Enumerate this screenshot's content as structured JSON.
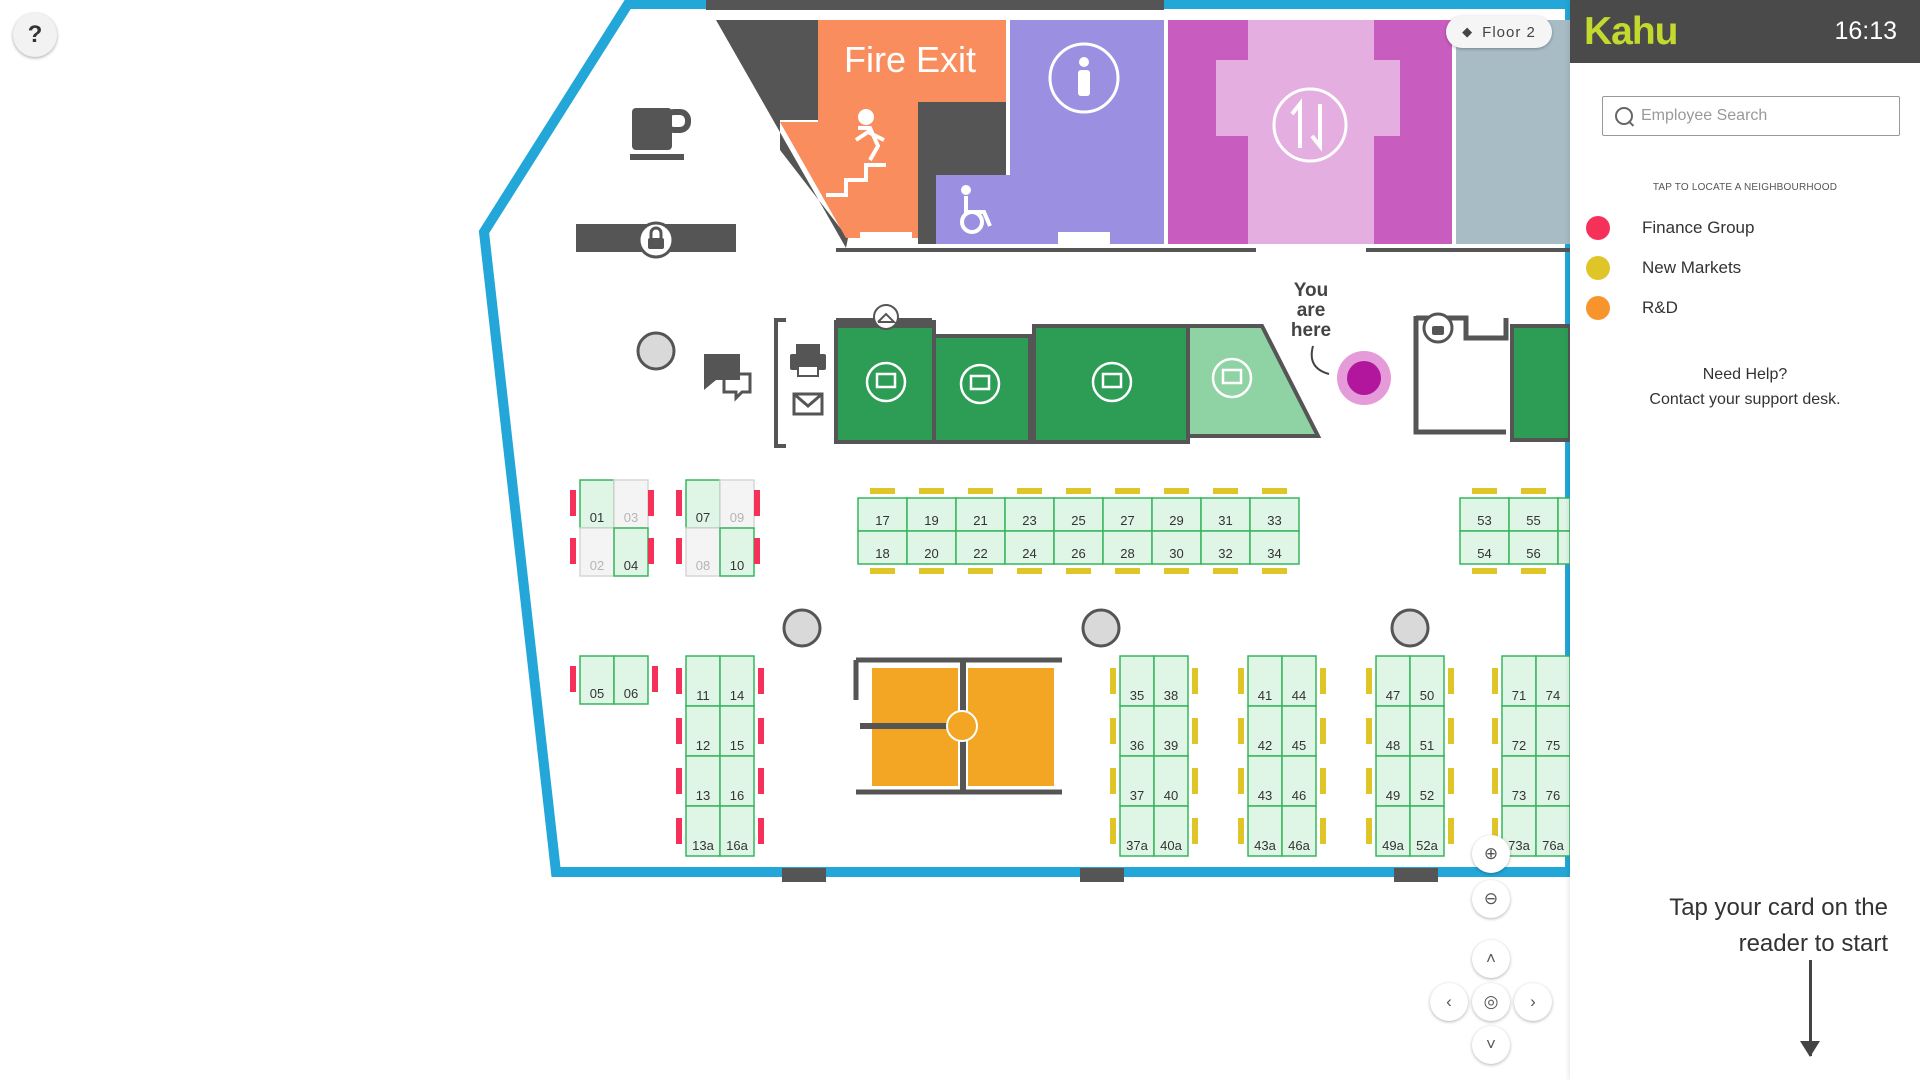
{
  "header": {
    "logo": "Kahu",
    "time": "16:13"
  },
  "map": {
    "help_label": "?",
    "floor_label": "Floor 2",
    "fire_exit_label": "Fire Exit",
    "you_are_here": [
      "You",
      "are",
      "here"
    ],
    "desks_row_a": [
      "17",
      "19",
      "21",
      "23",
      "25",
      "27",
      "29",
      "31",
      "33"
    ],
    "desks_row_b": [
      "18",
      "20",
      "22",
      "24",
      "26",
      "28",
      "30",
      "32",
      "34"
    ],
    "desks_right_top": [
      "53",
      "55"
    ],
    "desks_right_bottom": [
      "54",
      "56"
    ],
    "desks_finance_a": [
      "01",
      "03",
      "07",
      "09"
    ],
    "desks_finance_b": [
      "02",
      "04",
      "08",
      "10"
    ],
    "desks_pair_05": [
      "05",
      "06"
    ],
    "desks_col_11": [
      [
        "11",
        "14"
      ],
      [
        "12",
        "15"
      ],
      [
        "13",
        "16"
      ],
      [
        "13a",
        "16a"
      ]
    ],
    "desks_col_35": [
      [
        "35",
        "38"
      ],
      [
        "36",
        "39"
      ],
      [
        "37",
        "40"
      ],
      [
        "37a",
        "40a"
      ]
    ],
    "desks_col_41": [
      [
        "41",
        "44"
      ],
      [
        "42",
        "45"
      ],
      [
        "43",
        "46"
      ],
      [
        "43a",
        "46a"
      ]
    ],
    "desks_col_47": [
      [
        "47",
        "50"
      ],
      [
        "48",
        "51"
      ],
      [
        "49",
        "52"
      ],
      [
        "49a",
        "52a"
      ]
    ],
    "desks_col_71": [
      [
        "71",
        "74"
      ],
      [
        "72",
        "75"
      ],
      [
        "73",
        "76"
      ],
      [
        "73a",
        "76a"
      ]
    ],
    "unavailable_desks": [
      "03",
      "09",
      "02",
      "08"
    ]
  },
  "panel": {
    "search_placeholder": "Employee Search",
    "hint": "TAP TO LOCATE A NEIGHBOURHOOD",
    "neighbourhoods": [
      {
        "label": "Finance Group",
        "color": "#f5315a"
      },
      {
        "label": "New Markets",
        "color": "#e0c529"
      },
      {
        "label": "R&D",
        "color": "#f7952c"
      }
    ],
    "help_line1": "Need Help?",
    "help_line2": "Contact your support desk.",
    "tap_line1": "Tap your card on the",
    "tap_line2": "reader to start"
  },
  "colors": {
    "wall": "#22a7d8",
    "desk_fill": "#dff5e6",
    "desk_border": "#36b55c",
    "meeting": "#2d9c55",
    "quiet": "#f2a623",
    "you_marker": "#b1169c"
  }
}
